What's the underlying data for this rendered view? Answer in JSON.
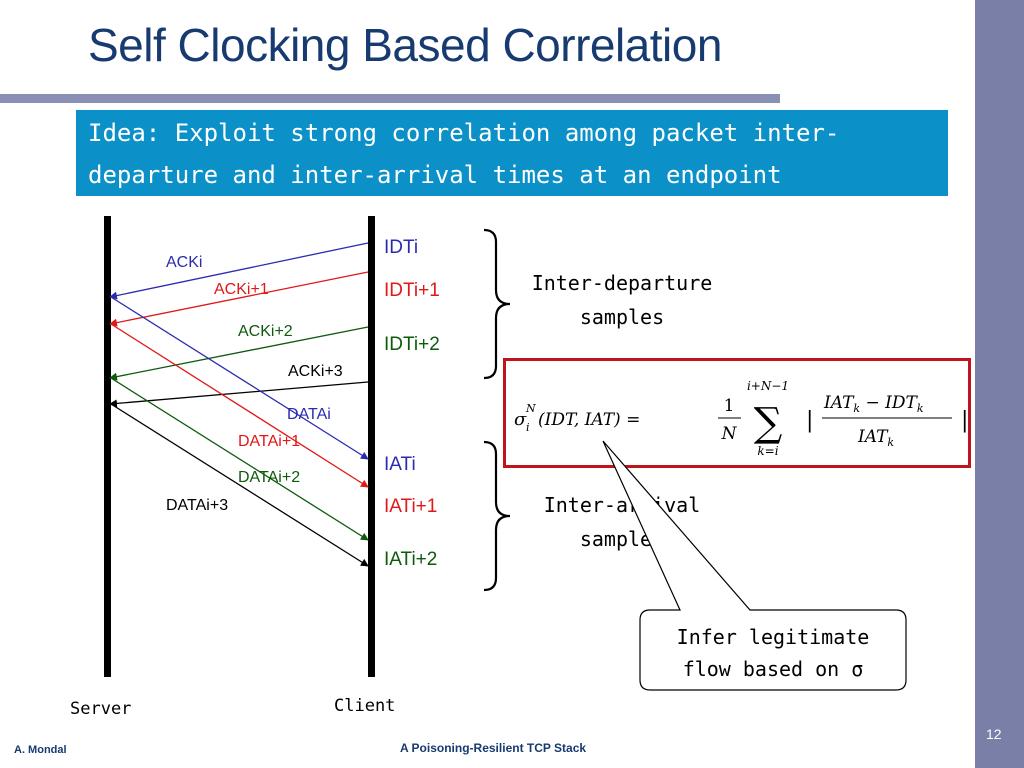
{
  "slide": {
    "title": "Self Clocking Based Correlation",
    "idea_line1": "Idea: Exploit strong correlation among packet inter-",
    "idea_line2": "departure and inter-arrival times at an endpoint",
    "footer_author": "A. Mondal",
    "footer_title": "A Poisoning-Resilient TCP Stack",
    "page_number": "12"
  },
  "diagram": {
    "server_label": "Server",
    "client_label": "Client",
    "ack_labels": [
      "ACKi",
      "ACKi+1",
      "ACKi+2",
      "ACKi+3"
    ],
    "data_labels": [
      "DATAi",
      "DATAi+1",
      "DATAi+2",
      "DATAi+3"
    ],
    "idt_labels": [
      "IDTi",
      "IDTi+1",
      "IDTi+2"
    ],
    "iat_labels": [
      "IATi",
      "IATi+1",
      "IATi+2"
    ],
    "inter_departure_line1": "Inter-departure",
    "inter_departure_line2": "samples",
    "inter_arrival_line1": "Inter-arrival",
    "inter_arrival_line2": "samples",
    "callout_line1": "Infer legitimate",
    "callout_line2": "flow based on σ",
    "formula": {
      "lhs_sigma": "σ",
      "lhs_sup": "N",
      "lhs_sub": "i",
      "lhs_args": "(IDT, IAT) =",
      "frac_num": "1",
      "frac_den": "N",
      "sum_sign": "∑",
      "sum_upper": "i+N−1",
      "sum_lower": "k=i",
      "abs_bar": "|",
      "inner_num": "IAT",
      "inner_num_sub": "k",
      "inner_minus": " − ",
      "inner_num2": "IDT",
      "inner_num2_sub": "k",
      "inner_den": "IAT",
      "inner_den_sub": "k"
    },
    "colors": {
      "blue": "#2b2bb0",
      "red": "#e01818",
      "green": "#0d5a0d",
      "black": "#000000",
      "title_navy": "#173a70",
      "idea_bg": "#0b91c8",
      "formula_border": "#c0141c",
      "band": "#7a7fa8"
    }
  }
}
